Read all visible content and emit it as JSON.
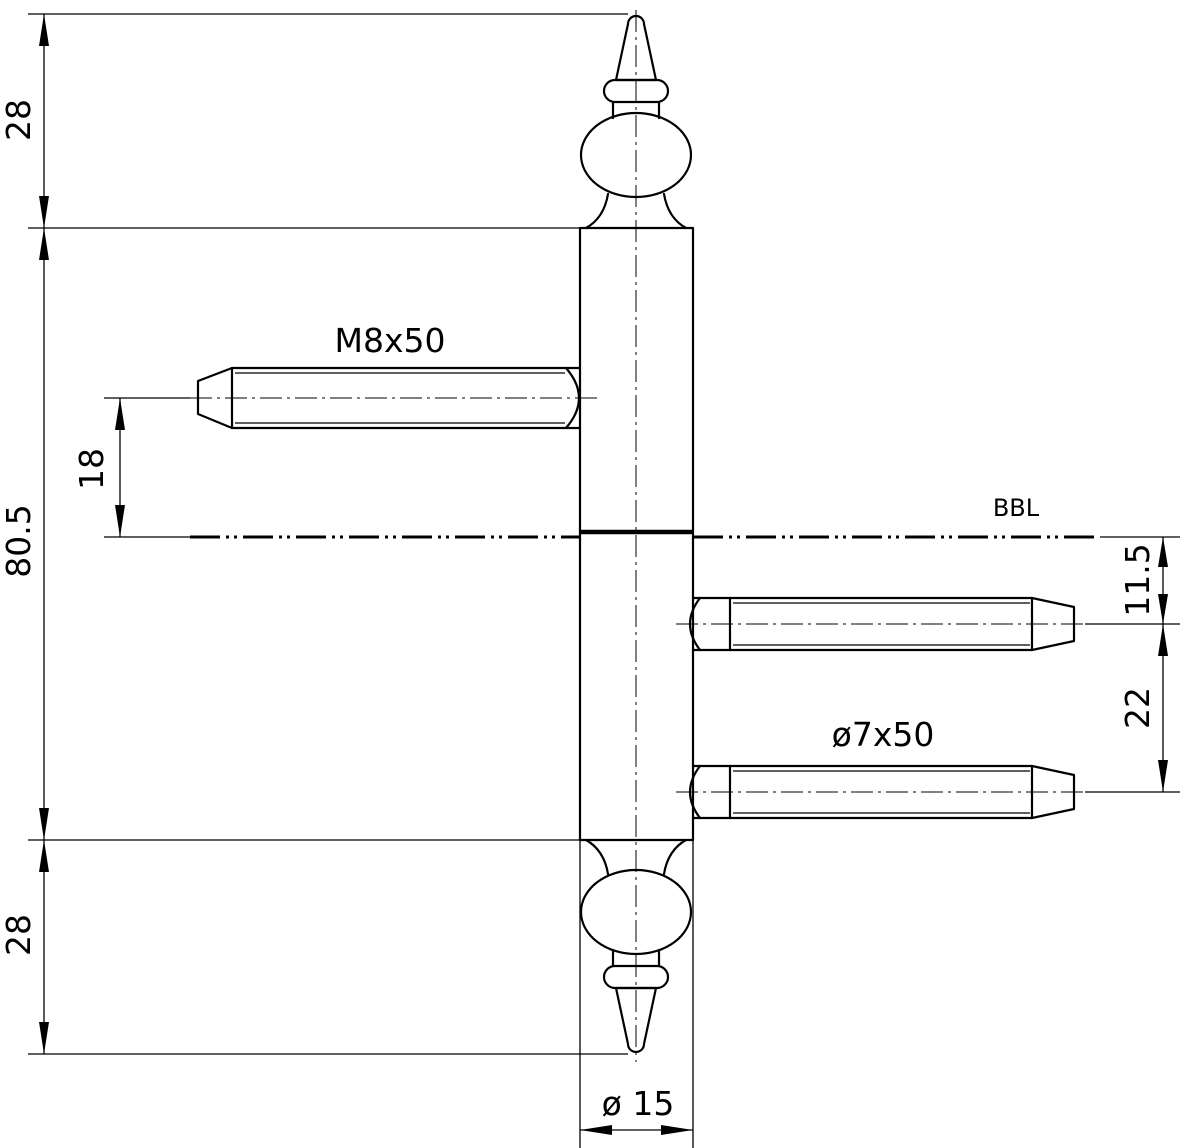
{
  "labels": {
    "top_cap_height": "28",
    "total_height": "80.5",
    "bottom_cap_height": "28",
    "pin_offset": "18",
    "top_pin_spec": "M8x50",
    "ref_line": "BBL",
    "lower_pin_offset": "11.5",
    "pin_spacing": "22",
    "lower_pin_spec": "ø7x50",
    "diameter": "ø 15"
  }
}
